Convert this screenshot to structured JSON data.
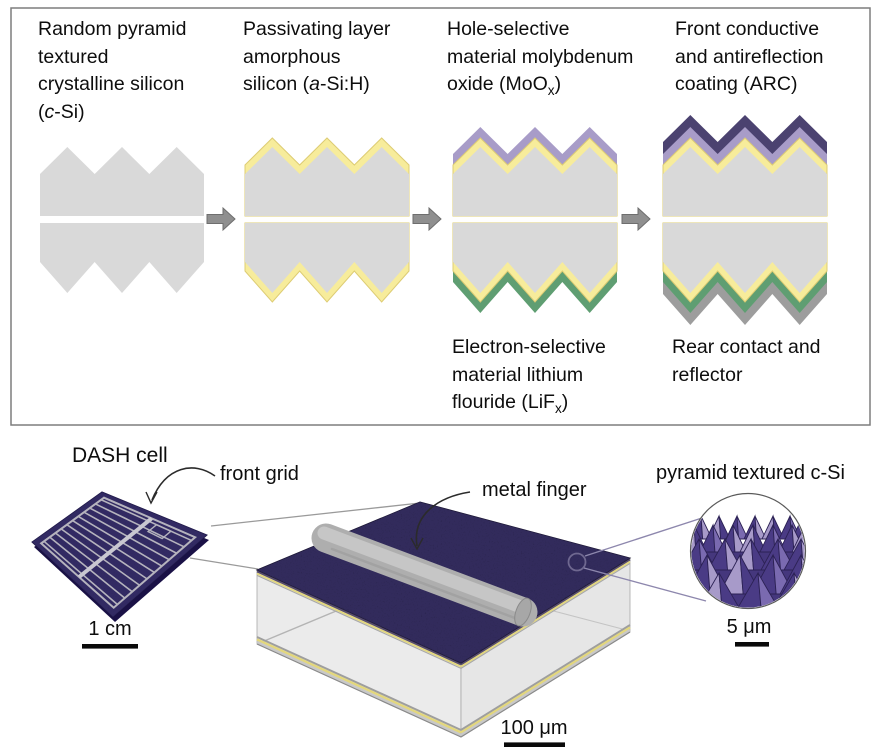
{
  "process": {
    "panels": [
      {
        "title": [
          [
            {
              "t": "Random pyramid"
            }
          ],
          [
            {
              "t": "textured"
            }
          ],
          [
            {
              "t": "crystalline silicon"
            }
          ],
          [
            {
              "t": "("
            },
            {
              "t": "c",
              "i": 1
            },
            {
              "t": "-Si)"
            }
          ]
        ],
        "top_layers": [],
        "bottom_layers": []
      },
      {
        "title": [
          [
            {
              "t": "Passivating layer"
            }
          ],
          [
            {
              "t": "amorphous"
            }
          ],
          [
            {
              "t": "silicon ("
            },
            {
              "t": "a",
              "i": 1
            },
            {
              "t": "-Si:H)"
            }
          ]
        ],
        "top_layers": [
          "a_si"
        ],
        "bottom_layers": [
          "a_si"
        ]
      },
      {
        "title": [
          [
            {
              "t": "Hole-selective"
            }
          ],
          [
            {
              "t": "material molybdenum"
            }
          ],
          [
            {
              "t": "oxide (MoO"
            },
            {
              "t": "x",
              "s": 1
            },
            {
              "t": ")"
            }
          ]
        ],
        "top_layers": [
          "a_si",
          "moox"
        ],
        "bottom_layers": [
          "a_si",
          "lifx"
        ],
        "caption": [
          [
            {
              "t": "Electron-selective"
            }
          ],
          [
            {
              "t": "material lithium"
            }
          ],
          [
            {
              "t": "flouride (LiF"
            },
            {
              "t": "x",
              "s": 1
            },
            {
              "t": ")"
            }
          ]
        ]
      },
      {
        "title": [
          [
            {
              "t": "Front conductive"
            }
          ],
          [
            {
              "t": "and antireflection"
            }
          ],
          [
            {
              "t": "coating (ARC)"
            }
          ]
        ],
        "top_layers": [
          "a_si",
          "moox",
          "arc"
        ],
        "bottom_layers": [
          "a_si",
          "lifx",
          "rear"
        ],
        "caption": [
          [
            {
              "t": "Rear contact and"
            }
          ],
          [
            {
              "t": "reflector"
            }
          ]
        ]
      }
    ]
  },
  "bottom": {
    "cell_label": "DASH cell",
    "front_grid_label": "front grid",
    "finger_label": "metal finger",
    "zoom_label": "pyramid textured c-Si",
    "scale_cell": "1 cm",
    "scale_block": "100 μm",
    "scale_zoom": "5 μm"
  },
  "colors": {
    "silicon": "#d9d9d9",
    "a_si": "#f7ec9b",
    "a_si_edge": "#ddcc74",
    "moox": "#a89cc8",
    "arc": "#4b4270",
    "lifx": "#5f9e72",
    "rear": "#9d9d9d",
    "arrow": "#8f8f8f",
    "arrow_edge": "#6e6e6e",
    "cell_navy": "#282059",
    "block_navy": "#241e45",
    "grid_grey": "#b5b3bd",
    "busbar_grey": "#c9c7d1",
    "finger_grey": "#aeaeae",
    "pyr_dark": "#4a3b85",
    "pyr_mid": "#7a6ab0",
    "pyr_light": "#a79ac9",
    "pyr_back": "#45377d"
  }
}
